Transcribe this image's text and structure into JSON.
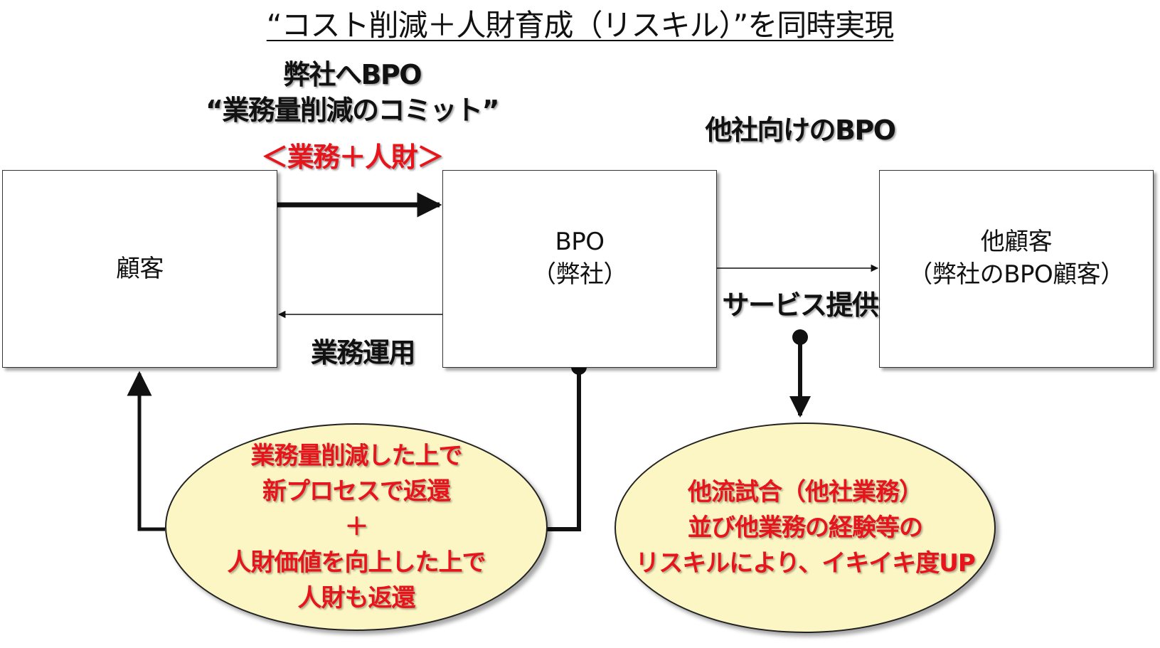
{
  "title": "“コスト削減＋人財育成（リスキル）”を同時実現",
  "top_label": {
    "line1": "弊社へBPO",
    "line2": "“業務量削減のコミット”",
    "line3": "＜業務＋人財＞"
  },
  "other_bpo_label": "他社向けのBPO",
  "boxes": {
    "customer": {
      "text": "顧客"
    },
    "bpo": {
      "line1": "BPO",
      "line2": "（弊社）"
    },
    "other_customer": {
      "line1": "他顧客",
      "line2": "（弊社のBPO顧客）"
    }
  },
  "operation_label": "業務運用",
  "service_label": "サービス提供",
  "left_ellipse": {
    "line1": "業務量削減した上で",
    "line2": "新プロセスで返還",
    "line3": "＋",
    "line4": "人財価値を向上した上で",
    "line5": "人財も返還"
  },
  "right_ellipse": {
    "line1": "他流試合（他社業務）",
    "line2": "並び他業務の経験等の",
    "line3": "リスキルにより、イキイキ度UP"
  },
  "colors": {
    "accent_red": "#e8141c",
    "ellipse_fill": "#fbf6c4"
  }
}
